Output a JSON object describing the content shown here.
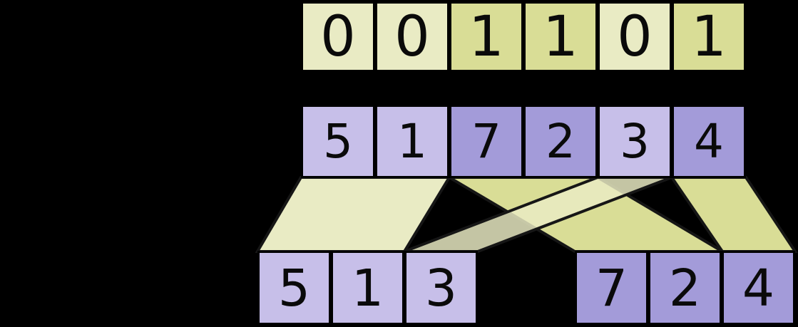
{
  "diagram": {
    "flags_row": {
      "cells": [
        {
          "value": "0",
          "flag": "0"
        },
        {
          "value": "0",
          "flag": "0"
        },
        {
          "value": "1",
          "flag": "1"
        },
        {
          "value": "1",
          "flag": "1"
        },
        {
          "value": "0",
          "flag": "0"
        },
        {
          "value": "1",
          "flag": "1"
        }
      ]
    },
    "values_row": {
      "cells": [
        {
          "value": "5",
          "flag": "0"
        },
        {
          "value": "1",
          "flag": "0"
        },
        {
          "value": "7",
          "flag": "1"
        },
        {
          "value": "2",
          "flag": "1"
        },
        {
          "value": "3",
          "flag": "0"
        },
        {
          "value": "4",
          "flag": "1"
        }
      ]
    },
    "output_left_row": {
      "cells": [
        {
          "value": "5",
          "flag": "0"
        },
        {
          "value": "1",
          "flag": "0"
        },
        {
          "value": "3",
          "flag": "0"
        }
      ]
    },
    "output_right_row": {
      "cells": [
        {
          "value": "7",
          "flag": "1"
        },
        {
          "value": "2",
          "flag": "1"
        },
        {
          "value": "4",
          "flag": "1"
        }
      ]
    }
  },
  "funnel": {
    "bands": [
      {
        "id": "band-left-group",
        "tone": "flag0_yellow",
        "opacity": 1
      },
      {
        "id": "band-mid-group",
        "tone": "flag1_yellow",
        "opacity": 1
      },
      {
        "id": "band-right-group",
        "tone": "flag1_yellow",
        "opacity": 1
      },
      {
        "id": "band-cross-group",
        "tone": "flag0_yellow",
        "opacity": 0.84
      }
    ]
  },
  "colors": {
    "background": "#000000",
    "flag0_yellow": "#e9ebc4",
    "flag1_yellow": "#d9dd96",
    "flag0_purple": "#c7bfe9",
    "flag1_purple": "#a39bd9",
    "cell_border": "#000000",
    "funnel_outline": "#161616",
    "digit": "#0a0a0a"
  }
}
